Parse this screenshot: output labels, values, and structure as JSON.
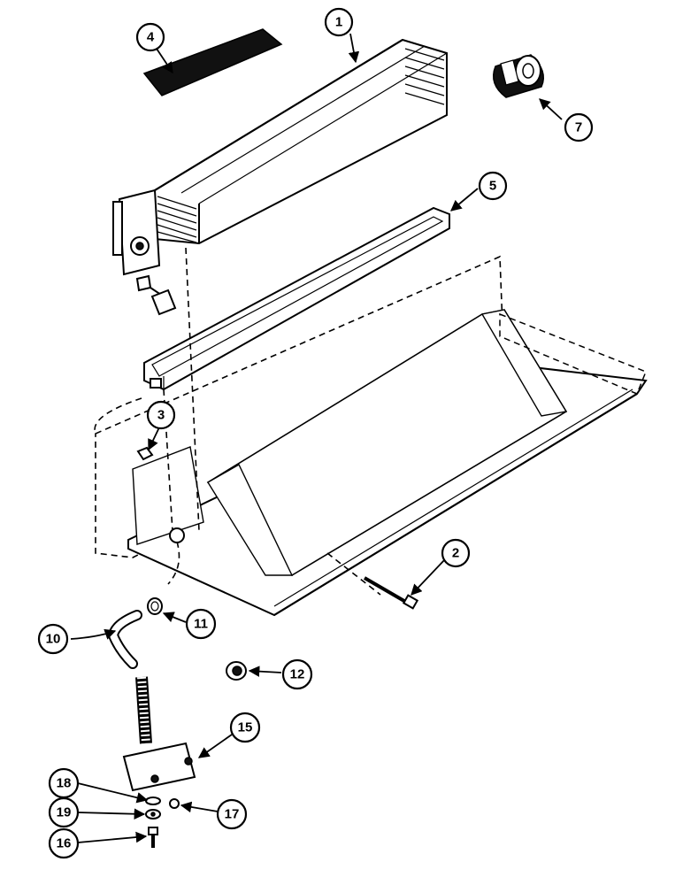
{
  "callouts": [
    {
      "label": "1"
    },
    {
      "label": "2"
    },
    {
      "label": "3"
    },
    {
      "label": "4"
    },
    {
      "label": "5"
    },
    {
      "label": "7"
    },
    {
      "label": "10"
    },
    {
      "label": "11"
    },
    {
      "label": "12"
    },
    {
      "label": "15"
    },
    {
      "label": "16"
    },
    {
      "label": "17"
    },
    {
      "label": "18"
    },
    {
      "label": "19"
    }
  ]
}
